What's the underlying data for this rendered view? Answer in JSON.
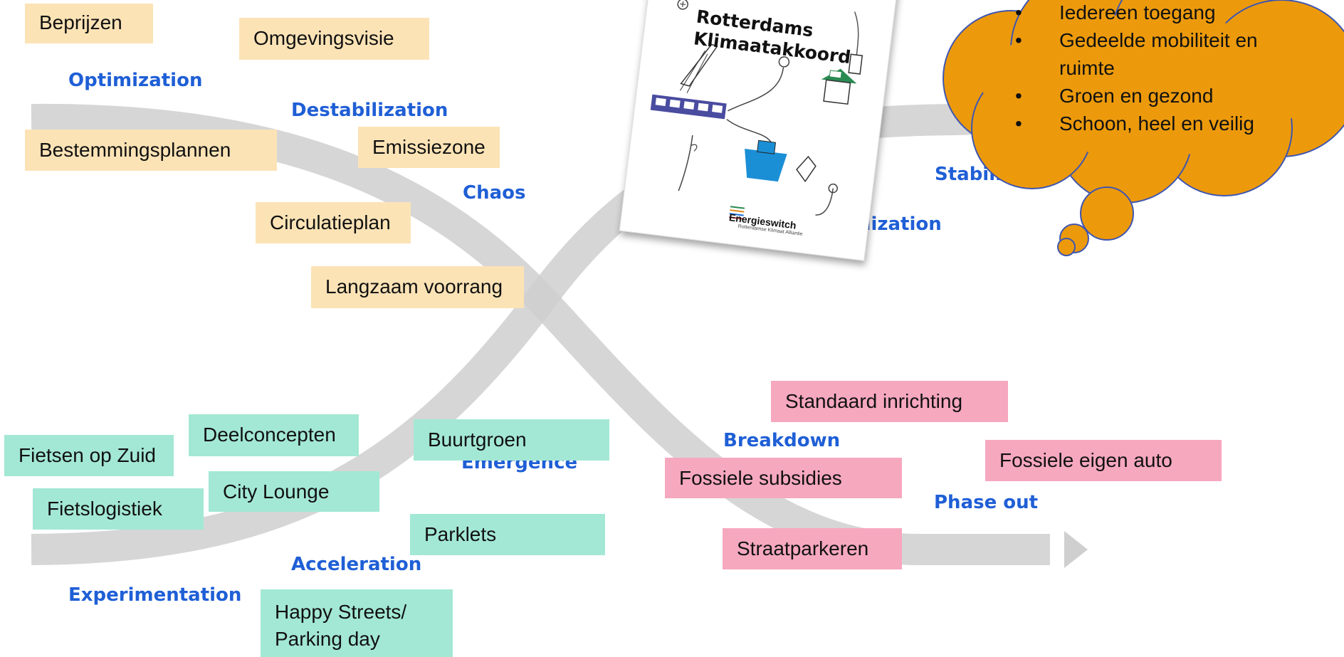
{
  "phases": {
    "optimization": "Optimization",
    "destabilization": "Destabilization",
    "chaos": "Chaos",
    "stabilization": "Stabiliz",
    "institutionalization": "alization",
    "emergence": "Emergence",
    "breakdown": "Breakdown",
    "phase_out": "Phase out",
    "acceleration": "Acceleration",
    "experimentation": "Experimentation"
  },
  "orange_notes": {
    "beprijzen": "Beprijzen",
    "omgevingsvisie": "Omgevingsvisie",
    "bestemmingsplannen": "Bestemmingsplannen",
    "emissiezone": "Emissiezone",
    "circulatieplan": "Circulatieplan",
    "langzaam_voorrang": "Langzaam voorrang"
  },
  "green_notes": {
    "fietsen_op_zuid": "Fietsen op Zuid",
    "deelconcepten": "Deelconcepten",
    "buurtgroen": "Buurtgroen",
    "city_lounge": "City Lounge",
    "fietslogistiek": "Fietslogistiek",
    "parklets": "Parklets",
    "happy_streets_line1": "Happy Streets/",
    "happy_streets_line2": "Parking day"
  },
  "pink_notes": {
    "standaard_inrichting": "Standaard inrichting",
    "fossiele_subsidies": "Fossiele subsidies",
    "fossiele_eigen_auto": "Fossiele eigen auto",
    "straatparkeren": "Straatparkeren"
  },
  "booklet": {
    "title_line1": "Rotterdams",
    "title_line2": "Klimaatakkoord",
    "brand": "Energieswitch",
    "brand_sub": "Rotterdamse Klimaat Alliantie"
  },
  "cloud": {
    "items": [
      "Iedereen toegang",
      "Gedeelde mobiliteit en ruimte",
      "Groen en gezond",
      "Schoon, heel en veilig"
    ]
  },
  "colors": {
    "phase_text": "#1f5fd6",
    "curve": "#cfcfcf",
    "orange_note": "#fce3b6",
    "green_note": "#a3e8d4",
    "pink_note": "#f6a8bf",
    "cloud_fill": "#ec9a0c",
    "cloud_stroke": "#3f56b0"
  }
}
